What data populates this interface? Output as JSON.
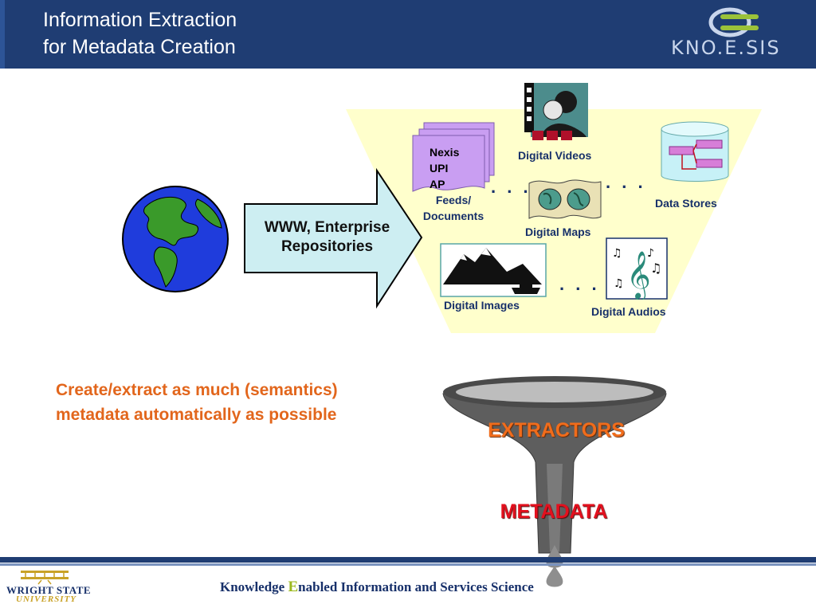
{
  "header": {
    "title_line1": "Information Extraction",
    "title_line2": "for Metadata Creation",
    "logo_text": "KNO.E.SIS"
  },
  "diagram": {
    "arrow_label_line1": "WWW, Enterprise",
    "arrow_label_line2": "Repositories",
    "doc_sources": [
      "Nexis",
      "UPI",
      "AP"
    ],
    "feeds_label_line1": "Feeds/",
    "feeds_label_line2": "Documents",
    "digital_videos": "Digital Videos",
    "data_stores": "Data Stores",
    "digital_maps": "Digital Maps",
    "digital_images": "Digital Images",
    "digital_audios": "Digital Audios",
    "ellipsis": ". . ."
  },
  "caption": {
    "line1": "Create/extract as much (semantics)",
    "line2": "metadata automatically as possible"
  },
  "funnel": {
    "extractors": "EXTRACTORS",
    "metadata": "METADATA"
  },
  "footer": {
    "tagline_pre": "Knowledge ",
    "tagline_e": "E",
    "tagline_post": "nabled Information and Services Science",
    "university_line1": "WRIGHT STATE",
    "university_line2": "UNIVERSITY"
  },
  "colors": {
    "header_bg": "#1f3d73",
    "trapezoid_fill": "#ffffcc",
    "arrow_fill": "#cdeef2",
    "caption_orange": "#e2661c",
    "metadata_red": "#e3101e",
    "label_navy": "#17306a"
  },
  "icons": [
    "globe-icon",
    "documents-icon",
    "film-strip-icon",
    "database-icon",
    "map-icon",
    "mountain-boat-icon",
    "music-note-icon",
    "funnel-icon",
    "wright-flyer-icon",
    "knoesis-logo-icon"
  ]
}
